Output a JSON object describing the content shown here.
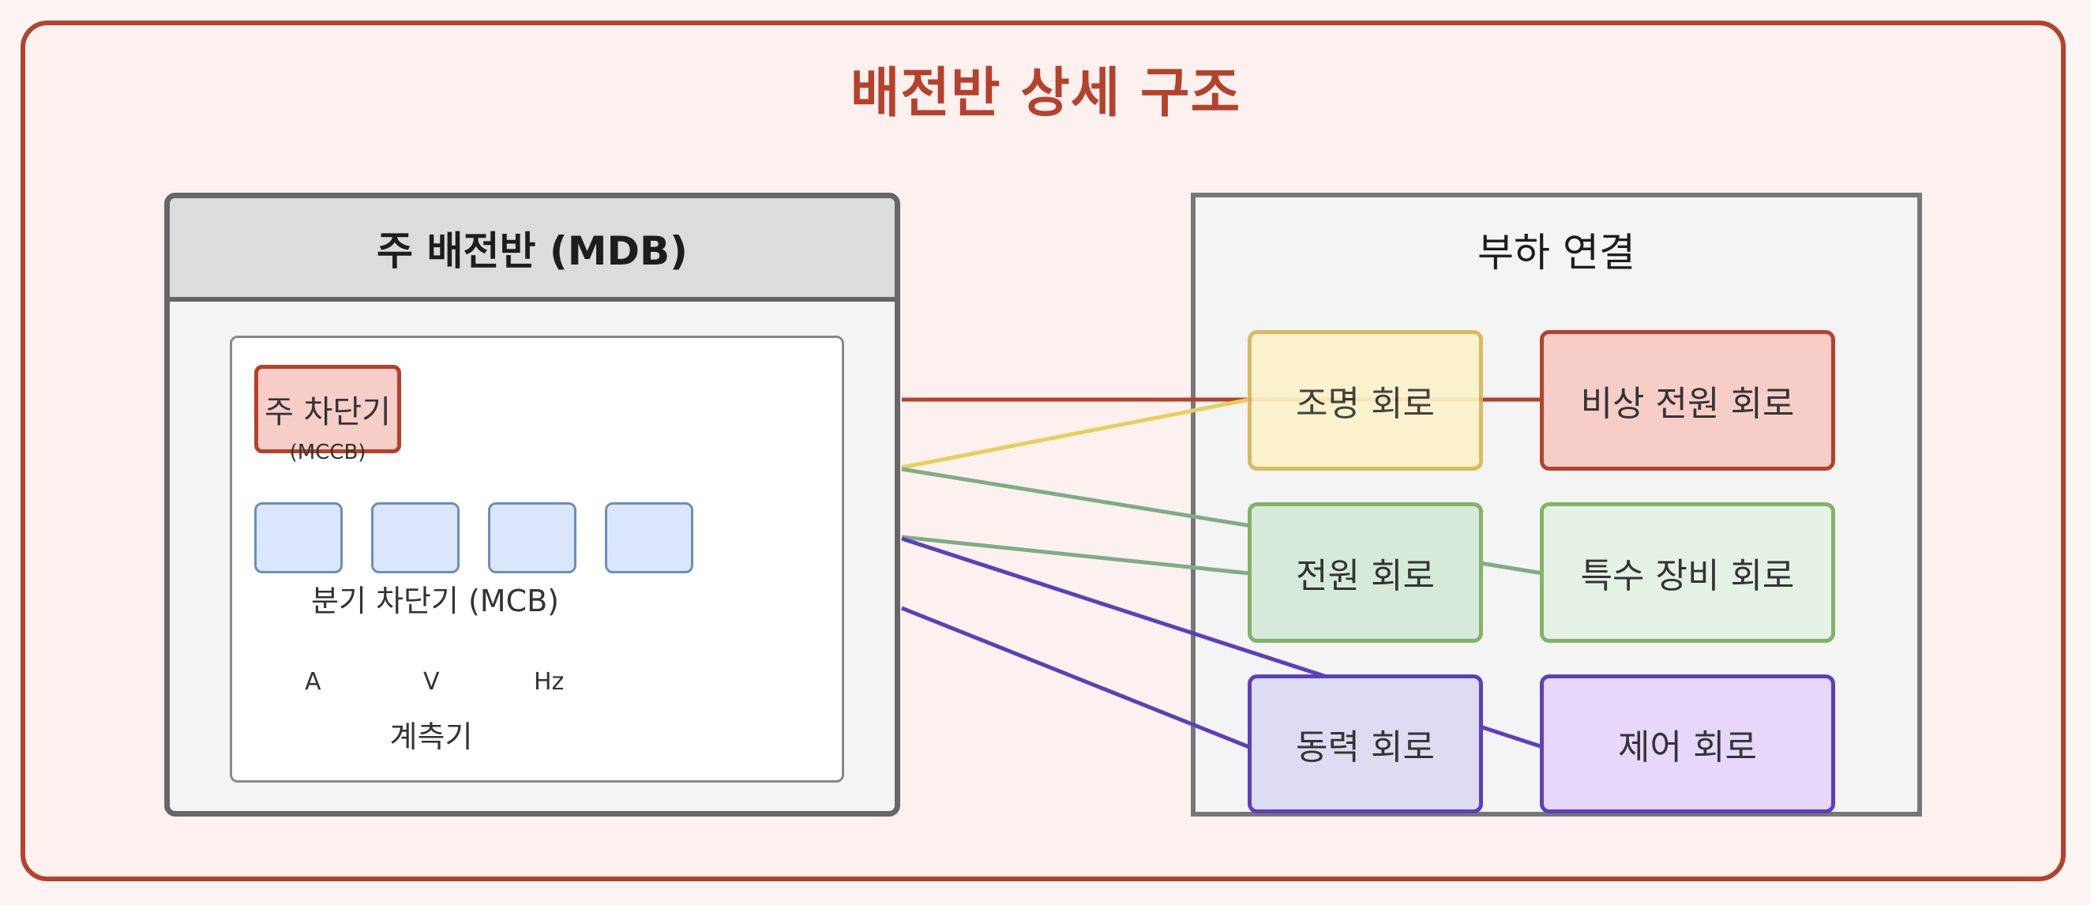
{
  "title": "배전반 상세 구조",
  "mdb": {
    "title": "주 배전반 (MDB)",
    "main_breaker": {
      "label": "주 차단기",
      "sub": "(MCCB)"
    },
    "branch_breakers": {
      "count_label": "",
      "label": "분기 차단기 (MCB)"
    },
    "meters": {
      "units": [
        "A",
        "V",
        "Hz"
      ],
      "label": "계측기"
    }
  },
  "loads": {
    "title": "부하 연결",
    "circuits": [
      {
        "label": "조명 회로",
        "fill": "#fbf2c9",
        "stroke": "#d6b656"
      },
      {
        "label": "비상 전원 회로",
        "fill": "#f6cdc7",
        "stroke": "#b5412c"
      },
      {
        "label": "전원 회로",
        "fill": "#d5ead8",
        "stroke": "#82b366"
      },
      {
        "label": "특수 장비 회로",
        "fill": "#e4f1e4",
        "stroke": "#82b366"
      },
      {
        "label": "동력 회로",
        "fill": "#dddcf3",
        "stroke": "#5b3fbf"
      },
      {
        "label": "제어 회로",
        "fill": "#e6d7fb",
        "stroke": "#5b3fbf"
      }
    ]
  },
  "colors": {
    "accent": "#b5412c",
    "yellow_line": "#e8cf5a",
    "green_line": "#7fac86",
    "purple_line": "#5b3fbf"
  }
}
